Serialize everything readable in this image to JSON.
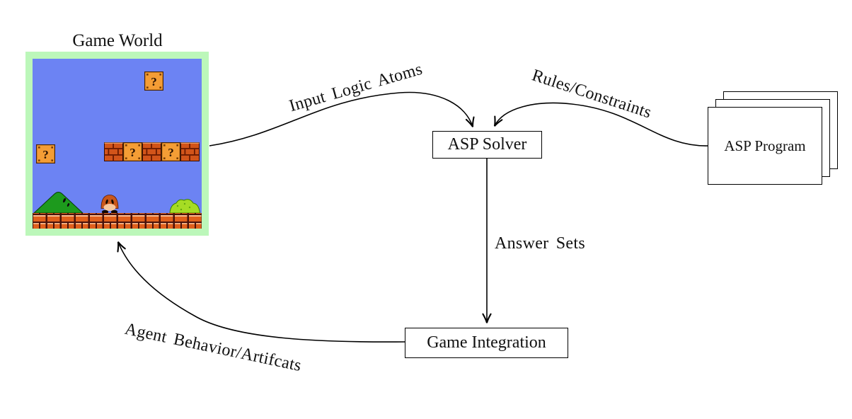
{
  "game_world": {
    "title": "Game World"
  },
  "nodes": {
    "asp_solver": {
      "label": "ASP Solver"
    },
    "asp_program": {
      "label": "ASP Program"
    },
    "game_integration": {
      "label": "Game Integration"
    }
  },
  "edge_labels": {
    "input_logic_atoms": "Input Logic Atoms",
    "rules_constraints": "Rules/Constraints",
    "answer_sets": "Answer Sets",
    "agent_behavior": "Agent Behavior/Artifcats"
  },
  "scene": {
    "question_mark": "?",
    "colors": {
      "sky": "#6C83F3",
      "frame_border": "#BCF7BA",
      "question_block": "#F49D35",
      "brick": "#D2541A",
      "ground_brick": "#E0601C",
      "hill": "#1D9A1D",
      "bush": "#A6DC24",
      "goomba": "#C9571B",
      "line": "#000000"
    }
  }
}
